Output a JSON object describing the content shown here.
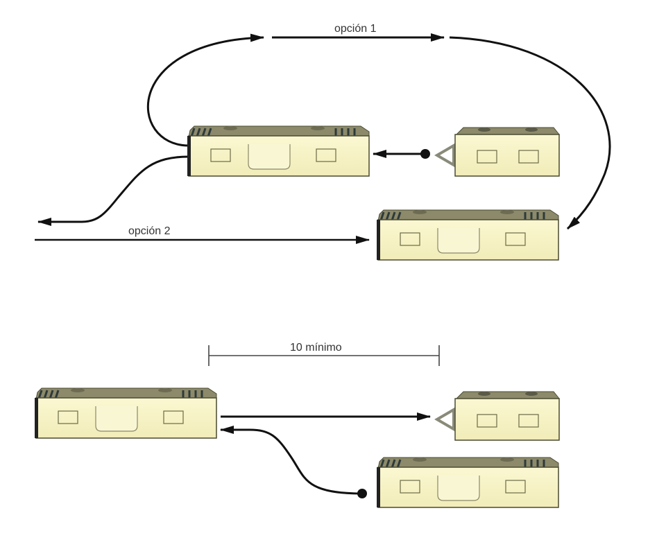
{
  "diagram": {
    "colors": {
      "body_fill": "#f7f3c4",
      "body_stroke": "#4a4a30",
      "roof_fill": "#8c8a6a",
      "roof_dark": "#2e3a3a",
      "arrow": "#111111",
      "dimension_line": "#444444",
      "coupler": "#8a8a7a"
    },
    "labels": {
      "option1": "opción 1",
      "option2": "opción 2",
      "dimension": "10 mínimo"
    },
    "vehicles": [
      {
        "id": "top-bus-left",
        "kind": "bus"
      },
      {
        "id": "top-tractor-right",
        "kind": "tractor"
      },
      {
        "id": "mid-bus-right",
        "kind": "bus"
      },
      {
        "id": "bottom-bus-left",
        "kind": "bus"
      },
      {
        "id": "bottom-tractor-right",
        "kind": "tractor"
      },
      {
        "id": "bottom-bus-right",
        "kind": "bus"
      }
    ]
  }
}
